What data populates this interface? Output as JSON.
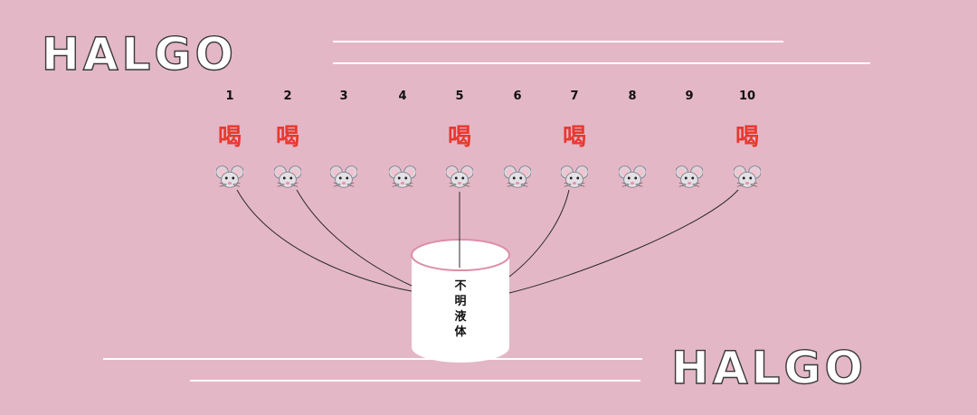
{
  "logo": {
    "text": "HALGO",
    "letters": [
      "H",
      "A",
      "L",
      "G",
      "O"
    ]
  },
  "diagram": {
    "positions": [
      "1",
      "2",
      "3",
      "4",
      "5",
      "6",
      "7",
      "8",
      "9",
      "10"
    ],
    "drink_label": "喝",
    "drinking_positions": [
      "1",
      "2",
      "5",
      "7",
      "10"
    ],
    "bottle_label": "不明液体",
    "bottle_label_chars": [
      "不",
      "明",
      "液",
      "体"
    ],
    "mouse_icon": "mouse-face-icon"
  },
  "colors": {
    "background": "#e4b7c6",
    "drink_text": "#e8392f",
    "bottle_rim": "#dc8fa6",
    "line": "#2a2a2a",
    "logo_fill": "#ffffff"
  }
}
